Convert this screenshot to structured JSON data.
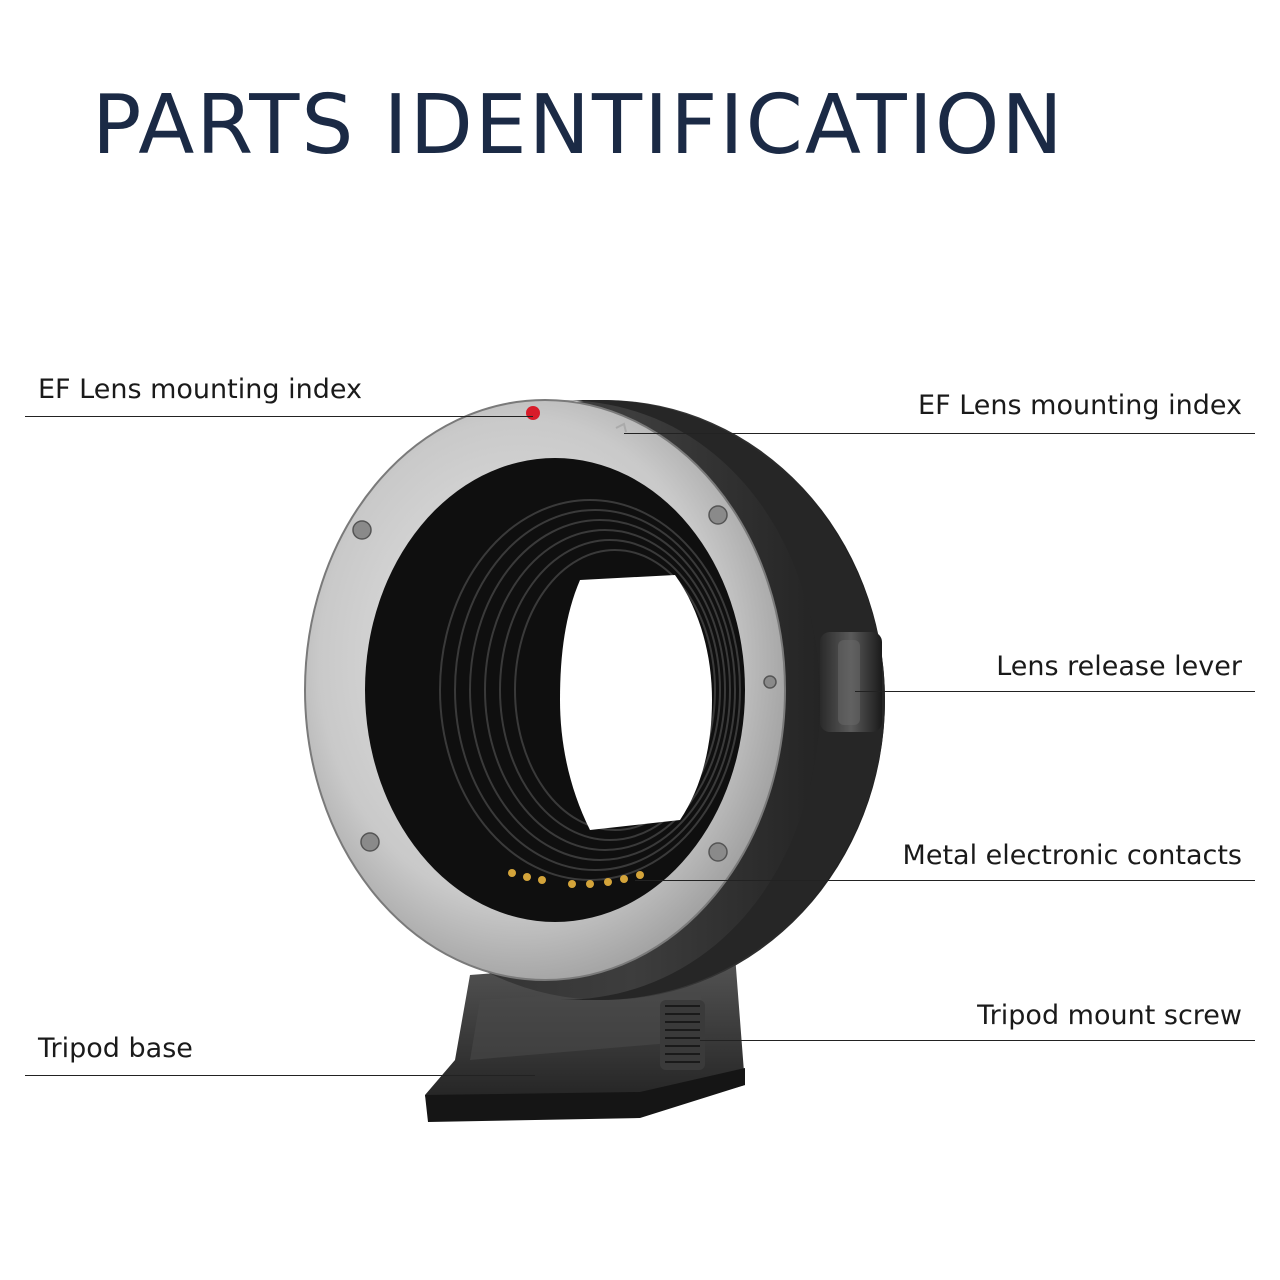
{
  "title": "PARTS IDENTIFICATION",
  "labels": {
    "ef_index_left": "EF Lens mounting index",
    "ef_index_right": "EF Lens mounting index",
    "release_lever": "Lens release lever",
    "contacts": "Metal electronic contacts",
    "tripod_screw": "Tripod mount screw",
    "tripod_base": "Tripod base"
  },
  "colors": {
    "title": "#1b2a45",
    "index_dot": "#d81c2a"
  }
}
